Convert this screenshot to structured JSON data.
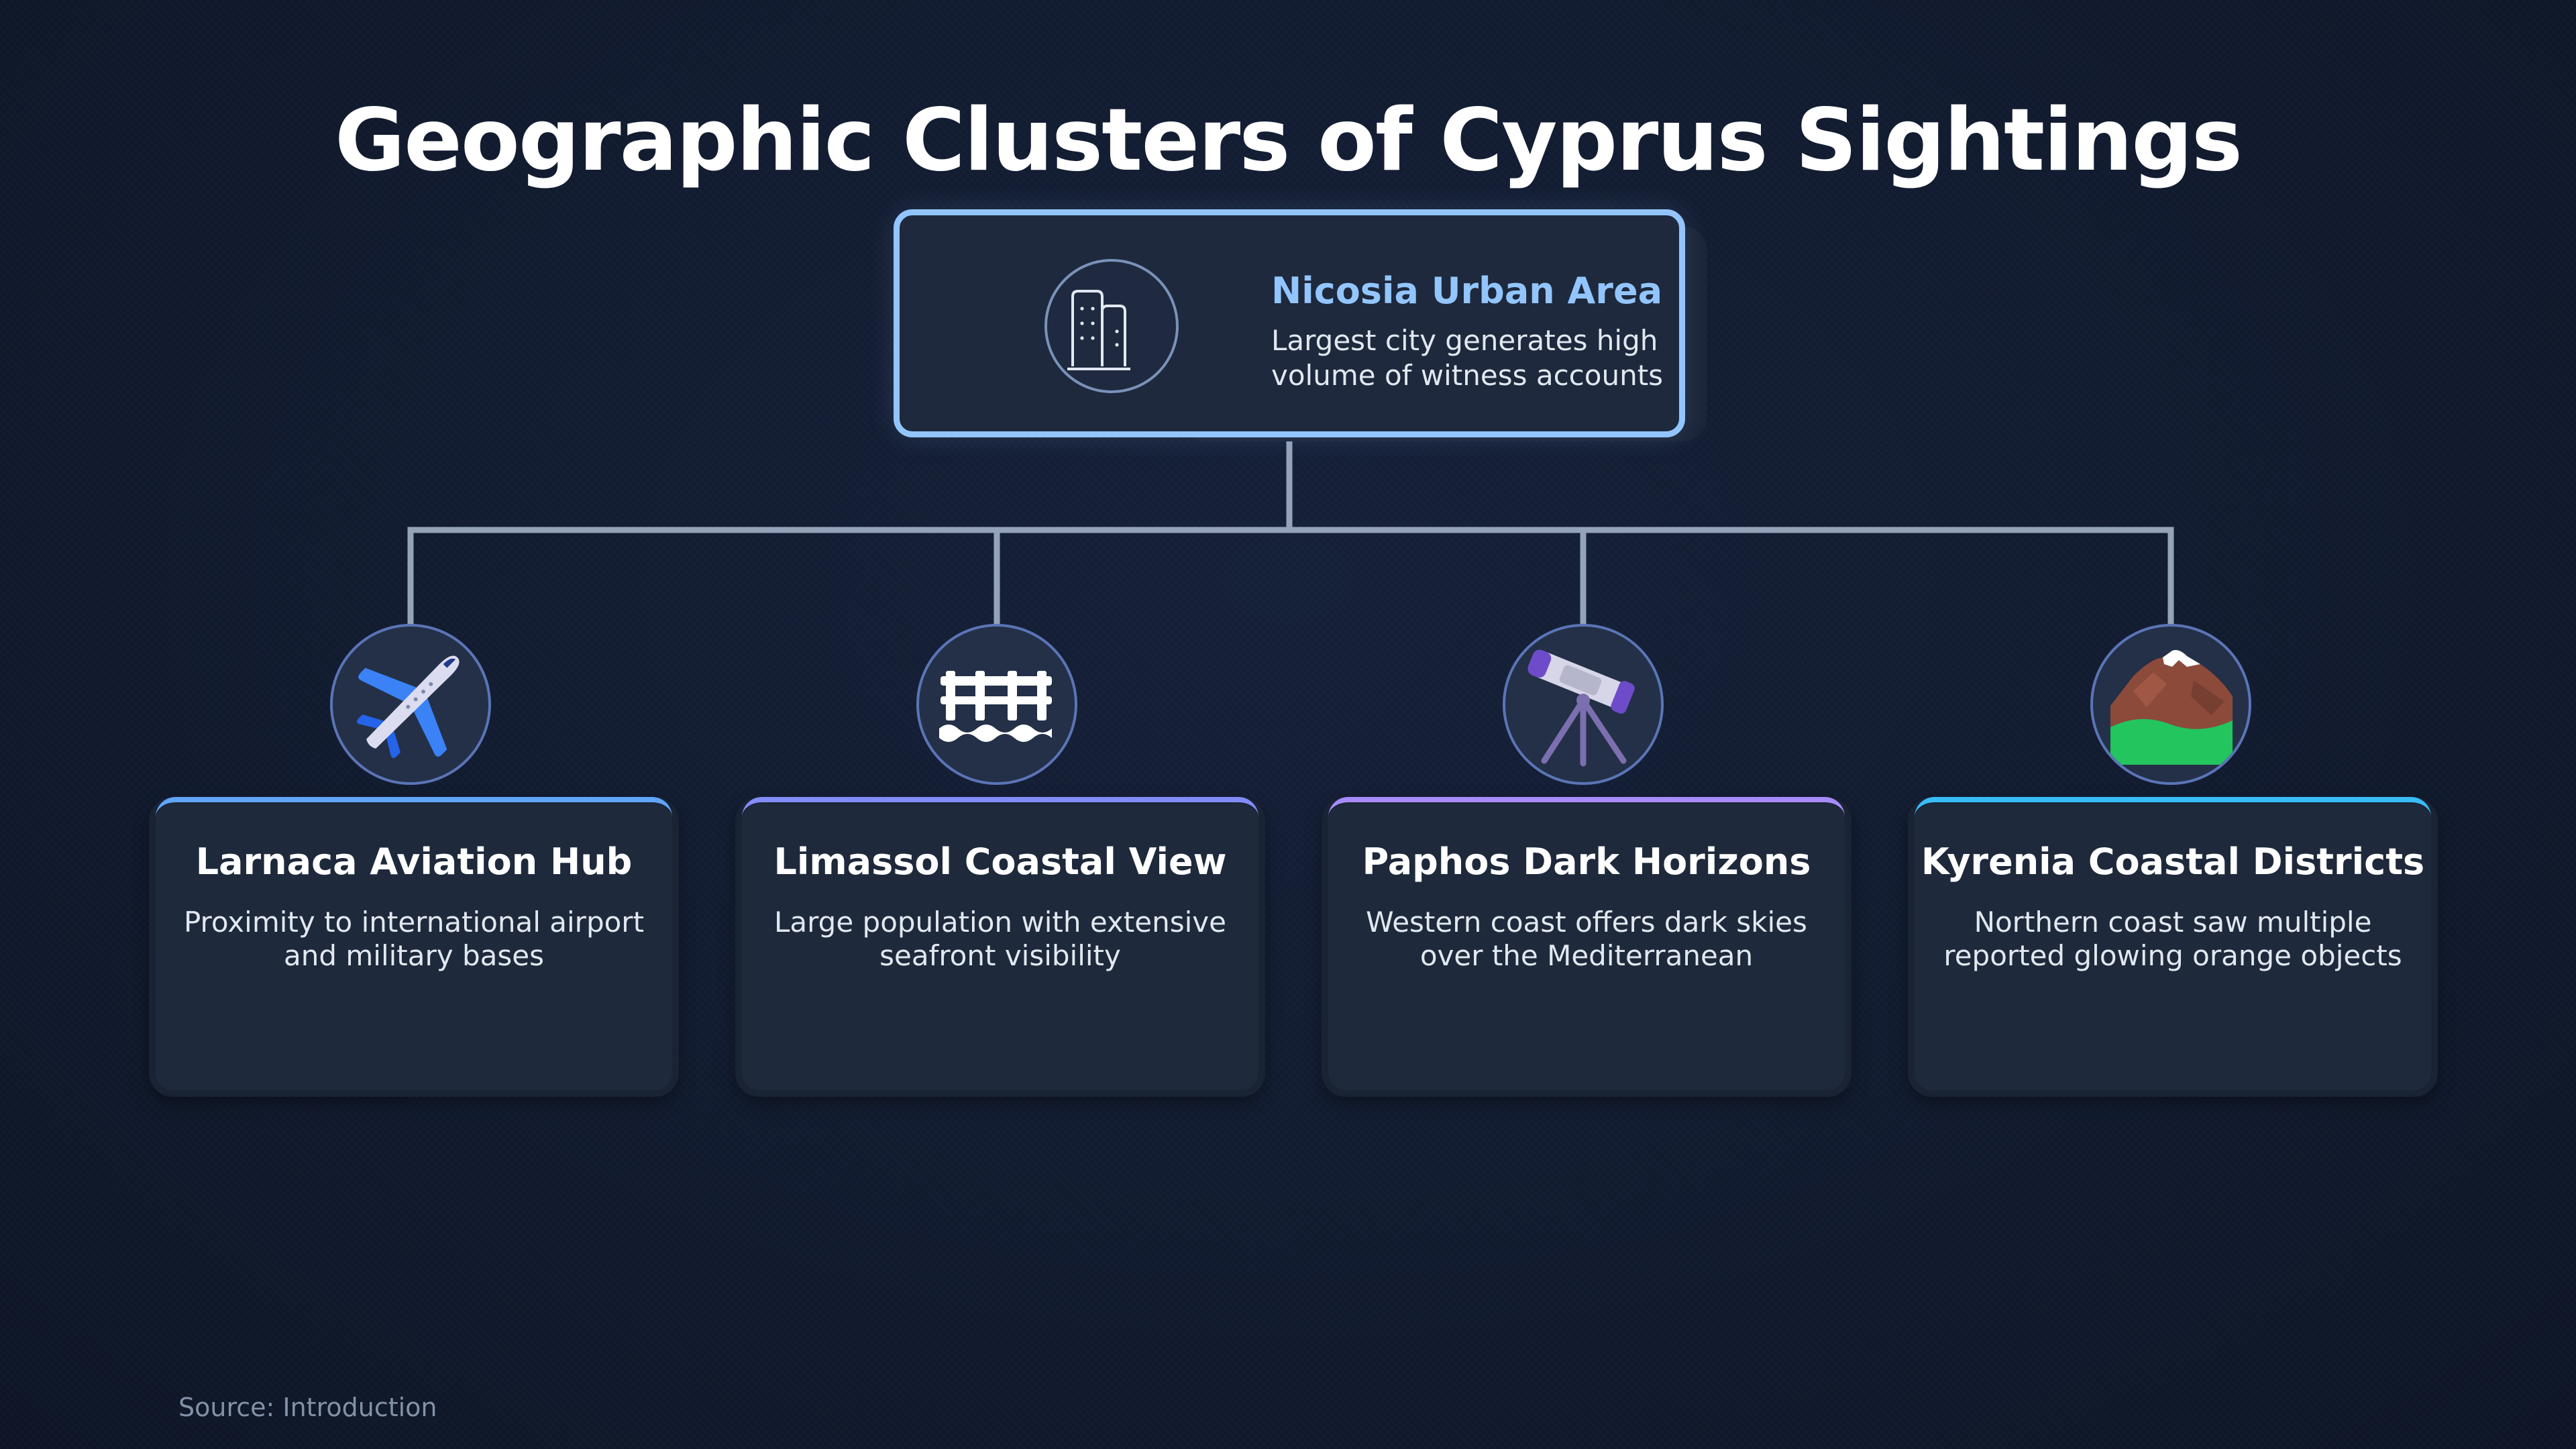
{
  "title": "Geographic Clusters of Cyprus Sightings",
  "root": {
    "title": "Nicosia Urban Area",
    "desc_lines": [
      "Largest city generates high",
      "volume of witness accounts"
    ],
    "icon": "buildings-icon",
    "accent": "#93c5fd"
  },
  "children": [
    {
      "title": "Larnaca Aviation Hub",
      "desc_lines": [
        "Proximity to international airport",
        "and military bases"
      ],
      "icon": "airplane-icon",
      "accent": "#60a5fa"
    },
    {
      "title": "Limassol Coastal View",
      "desc_lines": [
        "Large population with extensive",
        "seafront visibility"
      ],
      "icon": "pier-waves-icon",
      "accent": "#818cf8"
    },
    {
      "title": "Paphos Dark Horizons",
      "desc_lines": [
        "Western coast offers dark skies",
        "over the Mediterranean"
      ],
      "icon": "telescope-icon",
      "accent": "#a78bfa"
    },
    {
      "title": "Kyrenia Coastal Districts",
      "desc_lines": [
        "Northern coast saw multiple",
        "reported glowing orange objects"
      ],
      "icon": "mountain-icon",
      "accent": "#38bdf8"
    }
  ],
  "source": "Source: Introduction",
  "colors": {
    "background": "#131c31",
    "connector": "#94a3b8",
    "card": "#1e293b"
  }
}
